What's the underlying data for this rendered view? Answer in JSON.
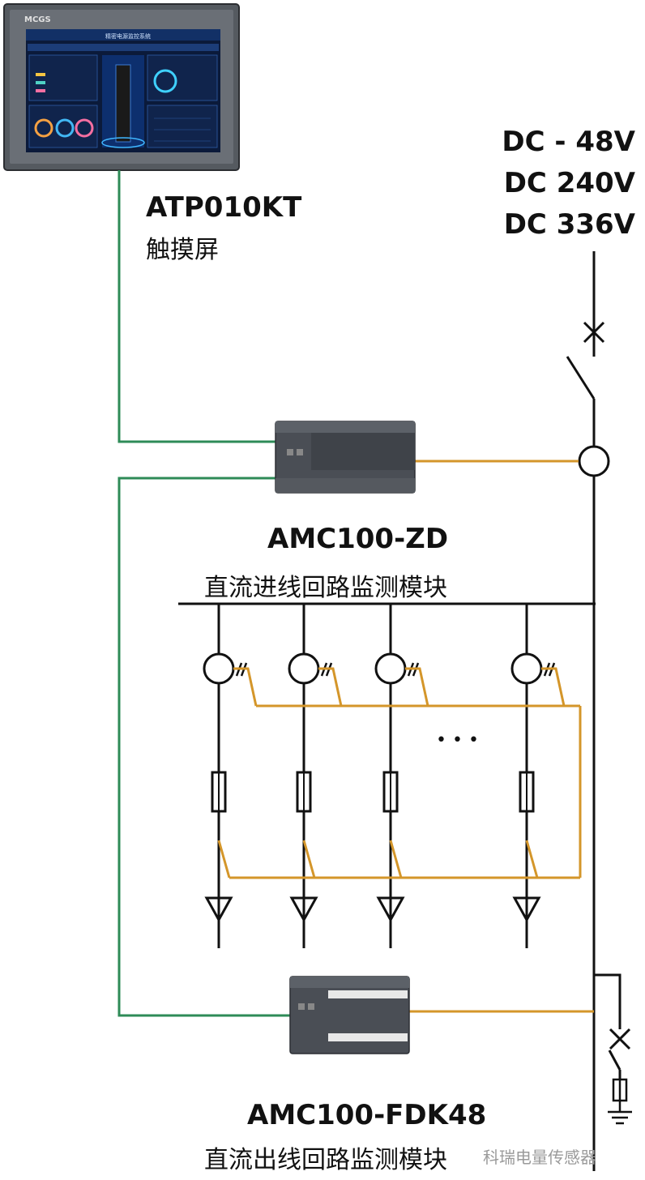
{
  "colors": {
    "green": "#2e8b57",
    "orange": "#d4962a",
    "line": "#111111",
    "panel_dark": "#3a3d42",
    "module_body": "#4a4e55"
  },
  "hmi": {
    "brand": "MCGS",
    "screen_title": "精密电源监控系统",
    "model": "ATP010KT",
    "name": "触摸屏"
  },
  "voltages": [
    "DC - 48V",
    "DC 240V",
    "DC 336V"
  ],
  "inlet_module": {
    "model": "AMC100-ZD",
    "name": "直流进线回路监测模块"
  },
  "outlet_module": {
    "model": "AMC100-FDK48",
    "name": "直流出线回路监测模块"
  },
  "ellipsis": "• • •",
  "watermark": "科瑞电量传感器",
  "icons": {
    "breaker": "breaker-switch-icon",
    "ct": "current-transformer-icon",
    "fuse": "fuse-icon",
    "load": "load-arrow-icon",
    "ground": "ground-icon"
  }
}
